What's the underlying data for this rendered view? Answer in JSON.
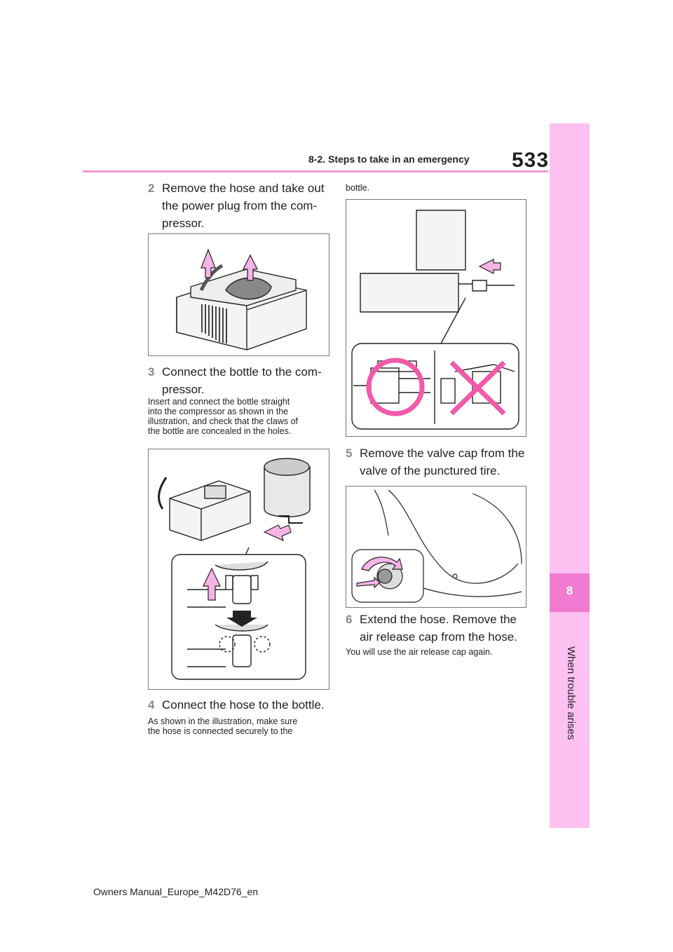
{
  "header": {
    "page_number": "533",
    "section_title": "8-2. Steps to take in an emergency"
  },
  "side_tab": {
    "chapter_number": "8",
    "chapter_label": "When trouble arises"
  },
  "steps": [
    {
      "num": "2",
      "lines": [
        "Remove the hose and take out",
        "the power plug from the com-",
        "pressor."
      ]
    },
    {
      "num": "3",
      "lines": [
        "Connect the bottle to the com-",
        "pressor."
      ],
      "note": [
        "Insert and connect the bottle straight",
        "into the compressor as shown in the",
        "illustration, and check that the claws of",
        "the bottle are concealed in the holes."
      ]
    },
    {
      "num": "4",
      "lines": [
        "Connect the hose to the bottle."
      ],
      "note": [
        "As shown in the illustration, make sure",
        "the hose is connected securely to the"
      ]
    },
    {
      "num": "5",
      "lines": [
        "Remove the valve cap from the",
        "valve of the punctured tire."
      ]
    },
    {
      "num": "6",
      "lines": [
        "Extend the hose. Remove the",
        "air release cap from the hose."
      ],
      "note": [
        "You will use the air release cap again."
      ]
    }
  ],
  "continued_note": "bottle.",
  "footer": "Owners Manual_Europe_M42D76_en",
  "colors": {
    "accent": "#f07bd0",
    "tab": "#fcc1f0",
    "rule": "#f19ad8",
    "mark": "#f05aa8"
  }
}
